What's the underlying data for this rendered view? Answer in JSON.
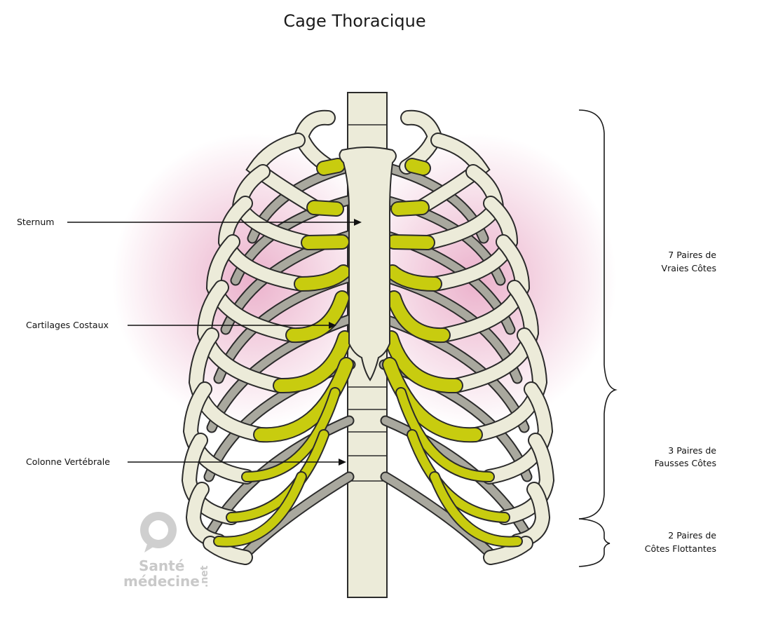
{
  "title": "Cage Thoracique",
  "labels": {
    "sternum": "Sternum",
    "cartilages": "Cartilages Costaux",
    "colonne": "Colonne Vertébrale"
  },
  "groups": {
    "vraies_line1": "7 Paires de",
    "vraies_line2": "Vraies Côtes",
    "fausses_line1": "3 Paires de",
    "fausses_line2": "Fausses Côtes",
    "flottantes_line1": "2 Paires de",
    "flottantes_line2": "Côtes Flottantes"
  },
  "watermark": {
    "line1": "Santé",
    "line2": "médecine",
    "line3": ".net"
  },
  "colors": {
    "bone": "#ecebd9",
    "cartilage": "#c8cc0f",
    "glow": "#e9a9c6"
  }
}
